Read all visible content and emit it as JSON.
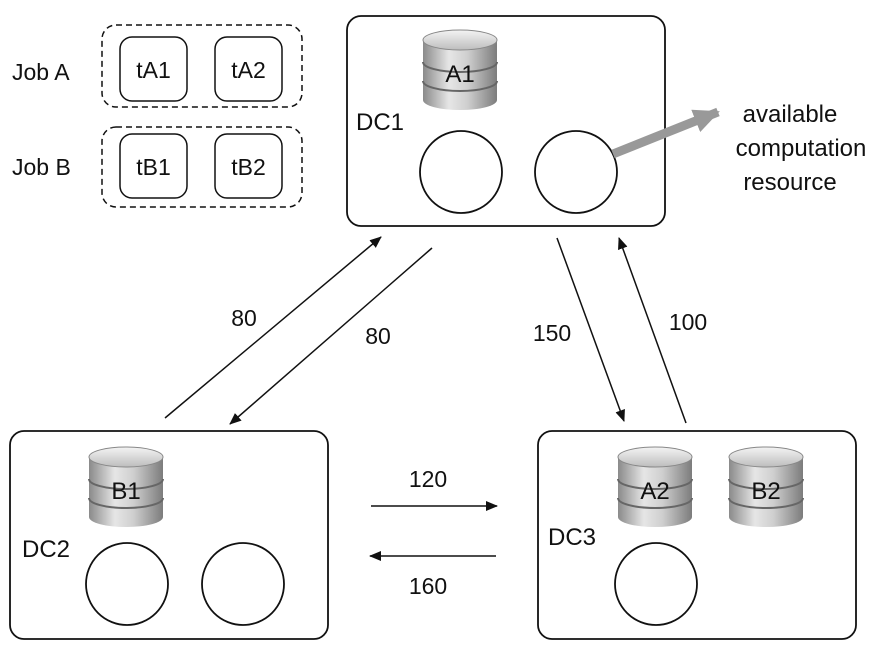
{
  "jobs": [
    {
      "label": "Job A",
      "tasks": [
        "tA1",
        "tA2"
      ]
    },
    {
      "label": "Job B",
      "tasks": [
        "tB1",
        "tB2"
      ]
    }
  ],
  "datacenters": {
    "dc1": {
      "label": "DC1",
      "datasets": [
        "A1"
      ],
      "slots": 2
    },
    "dc2": {
      "label": "DC2",
      "datasets": [
        "B1"
      ],
      "slots": 2
    },
    "dc3": {
      "label": "DC3",
      "datasets": [
        "A2",
        "B2"
      ],
      "slots": 1
    }
  },
  "links": {
    "dc2_to_dc1": "80",
    "dc1_to_dc2": "80",
    "dc1_to_dc3": "150",
    "dc3_to_dc1": "100",
    "dc2_to_dc3": "120",
    "dc3_to_dc2": "160"
  },
  "callout": {
    "lines": [
      "available",
      "computation",
      "resource"
    ]
  }
}
